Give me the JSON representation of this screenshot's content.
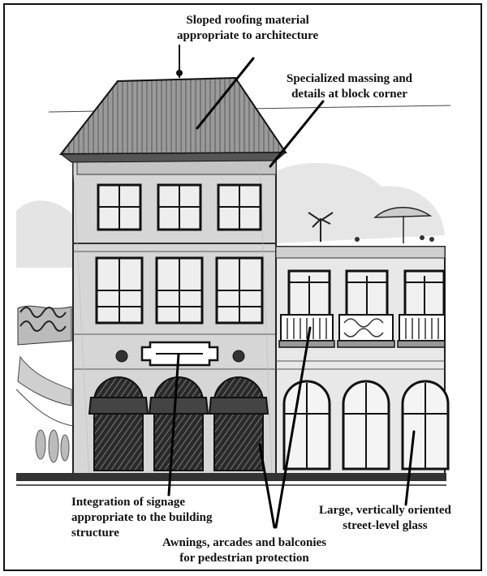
{
  "annotations": {
    "roofing": {
      "line1": "Sloped roofing material",
      "line2": "appropriate to architecture"
    },
    "massing": {
      "line1": "Specialized massing and",
      "line2": "details at block corner"
    },
    "signage": {
      "line1": "Integration of signage",
      "line2": "appropriate to the building",
      "line3": "structure"
    },
    "glass": {
      "line1": "Large, vertically oriented",
      "line2": "street-level glass"
    },
    "awnings": {
      "line1": "Awnings, arcades and balconies",
      "line2": "for pedestrian protection"
    }
  },
  "colors": {
    "ink": "#111111",
    "wall": "#d9d9d9",
    "wall_dark": "#a9a9a9",
    "glass": "#f2f2f2",
    "roof": "#8c8c8c"
  }
}
